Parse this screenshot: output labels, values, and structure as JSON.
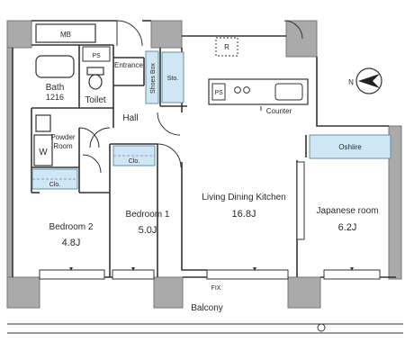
{
  "colors": {
    "wall": "#aaaaaa",
    "wall_stroke": "#777777",
    "line": "#333333",
    "storage": "#cfe6f5",
    "storage_stroke": "#6a8fa8"
  },
  "rooms": {
    "mb": "MB",
    "ps_top": "PS",
    "entrance": "Entrance",
    "shoes_box": "Shoes Box",
    "sto": "Sto.",
    "bath": "Bath",
    "bath_code": "1216",
    "toilet": "Toilet",
    "hall": "Hall",
    "powder_room_1": "Powder",
    "powder_room_2": "Room",
    "w": "W",
    "clo_left": "Clo.",
    "clo_center": "Clo.",
    "bedroom2": "Bedroom 2",
    "bedroom2_size": "4.8J",
    "bedroom1": "Bedroom 1",
    "bedroom1_size": "5.0J",
    "ldk": "Living Dining Kitchen",
    "ldk_size": "16.8J",
    "ps_kitchen": "PS",
    "counter": "Counter",
    "oshiire": "Oshiire",
    "japanese_room": "Japanese room",
    "japanese_room_size": "6.2J",
    "fix": "FIX",
    "balcony": "Balcony",
    "r": "R"
  },
  "compass": {
    "label": "N"
  }
}
